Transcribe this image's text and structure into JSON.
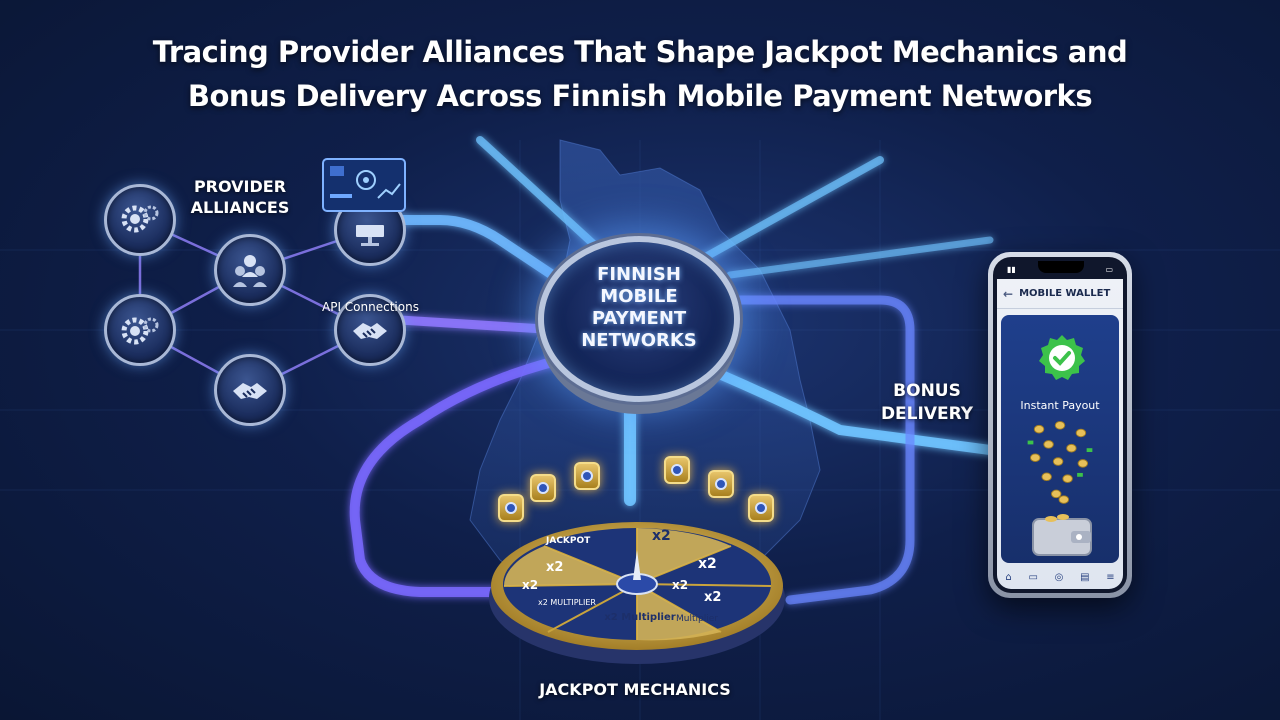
{
  "title": {
    "line1": "Tracing Provider Alliances That Shape Jackpot Mechanics and",
    "line2": "Bonus Delivery Across Finnish Mobile Payment Networks"
  },
  "hub": {
    "line1": "FINNISH",
    "line2": "MOBILE",
    "line3": "PAYMENT",
    "line4": "NETWORKS"
  },
  "labels": {
    "provider_line1": "PROVIDER",
    "provider_line2": "ALLIANCES",
    "api": "API Connections",
    "bonus_line1": "BONUS",
    "bonus_line2": "DELIVERY",
    "jackpot": "JACKPOT MECHANICS"
  },
  "phone": {
    "header": "MOBILE WALLET",
    "payout": "Instant Payout"
  },
  "wheel": {
    "segments": [
      "JACKPOT",
      "x2",
      "x2",
      "x2",
      "x2",
      "x2 Multiplier",
      "Multiplier",
      "x2",
      "x2 MULTIPLIER",
      "x2"
    ]
  },
  "icons": {
    "gears": "gear-icon",
    "team": "team-icon",
    "handshake": "handshake-icon",
    "monitor": "monitor-icon",
    "check": "check-icon",
    "wallet": "wallet-icon"
  },
  "colors": {
    "background": "#0f1f4a",
    "connector_blue": "#6fc3ff",
    "connector_purple": "#8a6bff",
    "gold": "#d9b24a",
    "check_green": "#3cc24a"
  }
}
